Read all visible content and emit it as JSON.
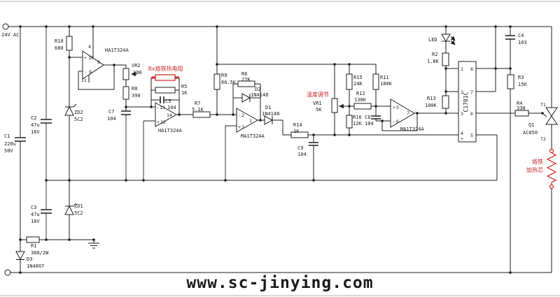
{
  "power": {
    "ac_input": "24V AC"
  },
  "watermark": "www.sc-jinying.com",
  "colors": {
    "wire": "#1c1c1c",
    "gray_wire": "#9b9b9b",
    "accent_red": "#cc2222"
  },
  "signs": {
    "plus": "+",
    "minus": "-"
  },
  "red_notes": {
    "rx_sensor": "Rx烙铁热电阻",
    "temp_adjust": "温度调节",
    "heater_line1": "烙铁",
    "heater_line2": "加热芯"
  },
  "resistors": {
    "r1": {
      "ref": "R1",
      "val": "360/2W"
    },
    "r2": {
      "ref": "R2",
      "val": "1.8K"
    },
    "r3": {
      "ref": "R3",
      "val": "15K"
    },
    "r4": {
      "ref": "R4",
      "val": "330"
    },
    "r5": {
      "ref": "R5",
      "val": "1K"
    },
    "r6": {
      "ref": "R6",
      "val": "27K"
    },
    "r7": {
      "ref": "R7",
      "val": "5.1K"
    },
    "r8": {
      "ref": "R8",
      "val": "390"
    },
    "r9": {
      "ref": "R9",
      "val": "66.5K"
    },
    "r10": {
      "ref": "R10",
      "val": "680"
    },
    "r11": {
      "ref": "R11",
      "val": "180K"
    },
    "r12": {
      "ref": "R12",
      "val": "130K"
    },
    "r13": {
      "ref": "R13",
      "val": "100K"
    },
    "r14": {
      "ref": "R14",
      "val": "1K"
    },
    "r15": {
      "ref": "R15",
      "val": "24K"
    },
    "r16": {
      "ref": "R16",
      "val": "12K"
    },
    "vr1": {
      "ref": "VR1",
      "val": "5K"
    },
    "vr2": {
      "ref": "VR2",
      "val": "300"
    }
  },
  "capacitors": {
    "c1": {
      "ref": "C1",
      "val": "220u",
      "volt": "50V"
    },
    "c2": {
      "ref": "C2",
      "val": "47u",
      "volt": "16V"
    },
    "c3": {
      "ref": "C3",
      "val": "47u",
      "volt": "16V"
    },
    "c4": {
      "ref": "C4",
      "val": "103"
    },
    "c5": {
      "ref": "C5",
      "val": "104"
    },
    "c6": {
      "ref": "C6",
      "val": "104"
    },
    "c7": {
      "ref": "C7",
      "val": "104"
    },
    "c9": {
      "ref": "C9",
      "val": "104"
    }
  },
  "diodes": {
    "d1": {
      "ref": "D1",
      "part": "1N4148"
    },
    "d2": {
      "ref": "D2",
      "part": "1N4148"
    },
    "d3": {
      "ref": "D3",
      "part": "1N4007"
    },
    "zd1": {
      "ref": "ZD1",
      "part": "5C2"
    },
    "zd2": {
      "ref": "ZD2",
      "part": "5C2"
    },
    "led": {
      "ref": "LED"
    }
  },
  "opamps": {
    "op1": {
      "part": "HA1T324A",
      "pin_out": "8",
      "pin_inp": "10",
      "pin_inn": "9",
      "pin_vcc": "4",
      "pin_gnd": "11"
    },
    "op2": {
      "part": "HA1T324A",
      "pin_out": "14",
      "pin_inn": "13",
      "pin_inp": "12"
    },
    "op3": {
      "part": "MA1T324A",
      "pin_out": "1",
      "pin_inn": "2",
      "pin_inp": "3"
    },
    "op4": {
      "part": "MA1T324A",
      "pin_out": "7",
      "pin_inp": "5",
      "pin_inn": "6"
    }
  },
  "ic": {
    "part": "C1701C",
    "pins": {
      "p1": "1",
      "p2": "2",
      "p3": "3",
      "p4": "4",
      "p5": "5",
      "p6": "6",
      "p7": "7",
      "p8": "8"
    }
  },
  "triac": {
    "ref": "Q1",
    "part": "AC050",
    "t1": "T1",
    "t2": "T2"
  }
}
